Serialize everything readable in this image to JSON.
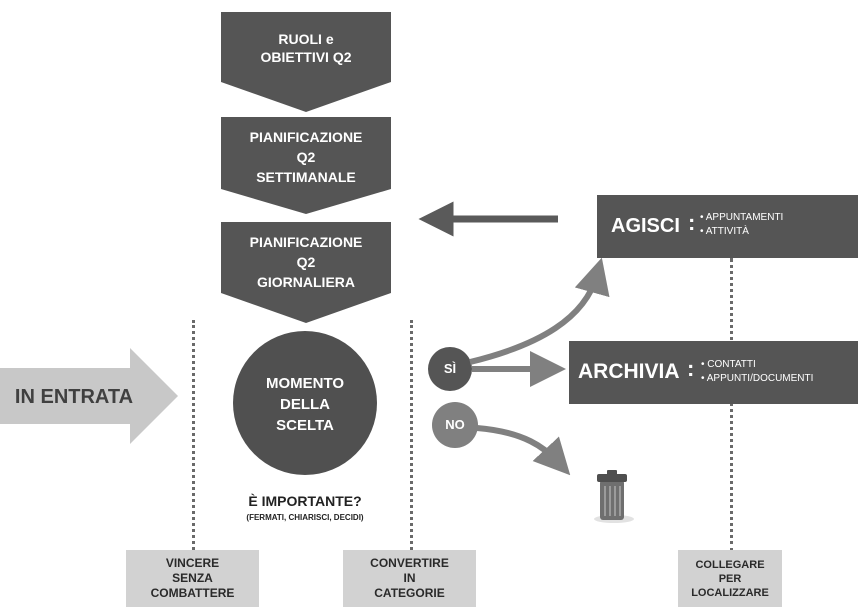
{
  "flow_steps": [
    {
      "text": "RUOLI e\nOBIETTIVI Q2"
    },
    {
      "text": "PIANIFICAZIONE\nQ2\nSETTIMANALE"
    },
    {
      "text": "PIANIFICAZIONE\nQ2\nGIORNALIERA"
    }
  ],
  "input_arrow": {
    "label": "IN ENTRATA"
  },
  "decision_circle": {
    "label": "MOMENTO\nDELLA\nSCELTA"
  },
  "question": {
    "title": "È IMPORTANTE?",
    "subtitle": "(FERMATI, CHIARISCI, DECIDI)"
  },
  "yes_circle": {
    "label": "SÌ"
  },
  "no_circle": {
    "label": "NO"
  },
  "act_box": {
    "title": "AGISCI",
    "separator": ":",
    "items": [
      "APPUNTAMENTI",
      "ATTIVITÀ"
    ]
  },
  "archive_box": {
    "title": "ARCHIVIA",
    "separator": ":",
    "items": [
      "CONTATTI",
      "APPUNTI/DOCUMENTI"
    ]
  },
  "bottom_labels": [
    {
      "text": "VINCERE\nSENZA\nCOMBATTERE"
    },
    {
      "text": "CONVERTIRE\nIN\nCATEGORIE"
    },
    {
      "text": "COLLEGARE\nPER\nLOCALIZZARE"
    }
  ],
  "colors": {
    "dark": "#555555",
    "circle": "#505050",
    "arrow_grey": "#808080",
    "light_grey": "#d2d2d2",
    "input_arrow": "#c8c8c8"
  },
  "icons": {
    "trash": "trash-can-icon"
  }
}
